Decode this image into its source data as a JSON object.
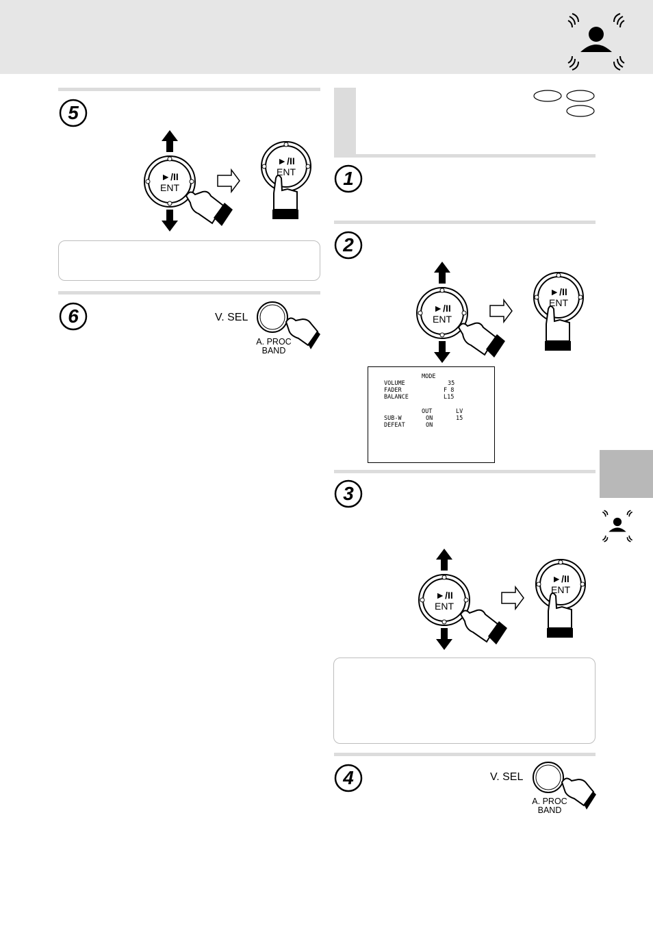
{
  "steps": {
    "step5": {
      "number": "5"
    },
    "step6": {
      "number": "6",
      "vsel": "V. SEL",
      "aproc": "A. PROC",
      "band": "BAND"
    },
    "step1": {
      "number": "1"
    },
    "step2": {
      "number": "2"
    },
    "step3": {
      "number": "3"
    },
    "step4": {
      "number": "4",
      "vsel": "V. SEL",
      "aproc": "A. PROC",
      "band": "BAND"
    }
  },
  "controller": {
    "play_pause": "►/II",
    "ent": "ENT"
  },
  "lcd": {
    "mode": "MODE",
    "rows": [
      {
        "label": "VOLUME",
        "value": "35"
      },
      {
        "label": "FADER",
        "value": "F 8"
      },
      {
        "label": "BALANCE",
        "value": "L15"
      }
    ],
    "col_out": "OUT",
    "col_lv": "LV",
    "subw_label": "SUB-W",
    "subw_out": "ON",
    "subw_lv": "15",
    "defeat_label": "DEFEAT",
    "defeat_out": "ON"
  },
  "icons": {
    "header": "surround-listener-icon",
    "side": "surround-listener-icon",
    "arrow": "right-arrow-icon",
    "hand": "pointing-hand-icon"
  },
  "colors": {
    "header_bg": "#e6e6e6",
    "rule": "#dcdcdc",
    "side_tab": "#b8b8b8"
  }
}
